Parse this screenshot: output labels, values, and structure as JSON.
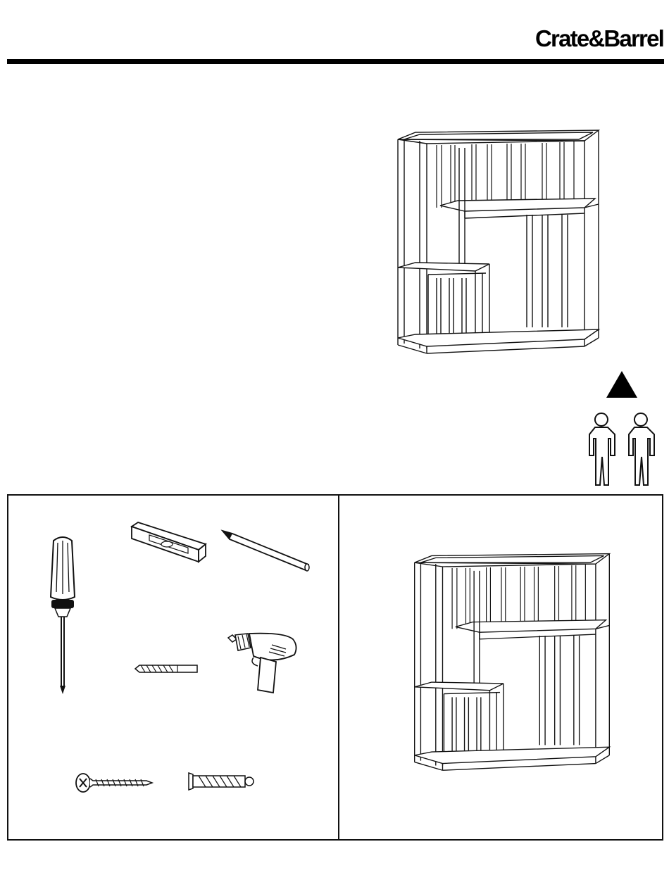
{
  "header": {
    "brand_logo_text": "Crate&Barrel"
  },
  "colors": {
    "ink": "#000000",
    "background": "#ffffff"
  },
  "hero": {
    "illustration": "wall-shelf-illustration"
  },
  "warning": {
    "icons": [
      "warning-triangle-icon",
      "person-icon",
      "person-icon"
    ]
  },
  "tools": {
    "items": [
      "screwdriver-icon",
      "spirit-level-icon",
      "pencil-icon",
      "drill-bit-icon",
      "power-drill-icon",
      "screw-icon",
      "wall-anchor-icon"
    ]
  },
  "product": {
    "illustration": "wall-shelf-illustration"
  }
}
